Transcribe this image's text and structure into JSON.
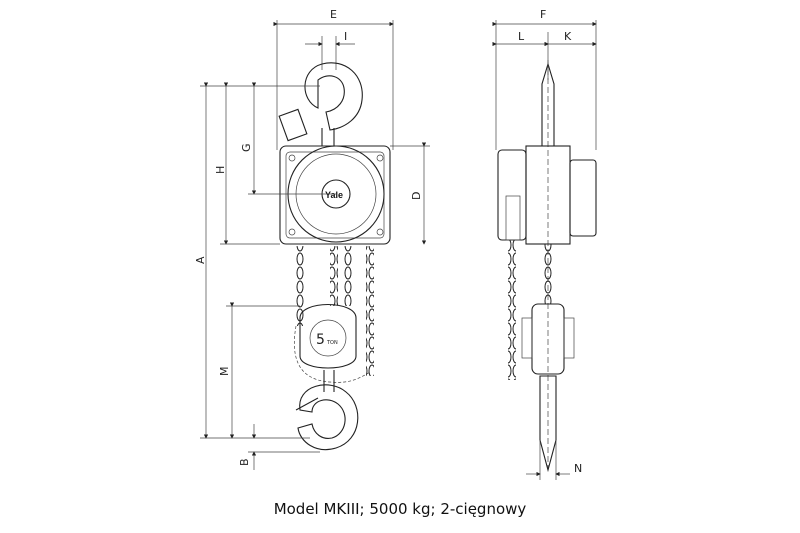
{
  "caption": "Model MKIII; 5000 kg; 2-cięgnowy",
  "dimension_labels": {
    "A": "A",
    "B": "B",
    "D": "D",
    "E": "E",
    "F": "F",
    "G": "G",
    "H": "H",
    "I": "I",
    "K": "K",
    "L": "L",
    "M": "M",
    "N": "N"
  },
  "logo_text": "Yale",
  "capacity_badge": {
    "value": "5",
    "unit": "TON"
  }
}
